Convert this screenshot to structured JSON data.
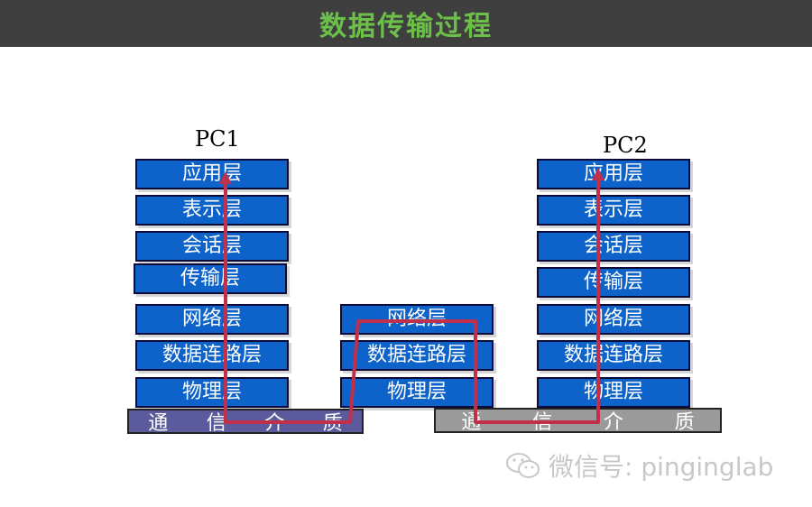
{
  "title": "数据传输过程",
  "pc1": {
    "label": "PC1",
    "layers": [
      "应用层",
      "表示层",
      "会话层",
      "传输层",
      "网络层",
      "数据连路层",
      "物理层"
    ]
  },
  "router": {
    "layers": [
      "网络层",
      "数据连路层",
      "物理层"
    ]
  },
  "pc2": {
    "label": "PC2",
    "layers": [
      "应用层",
      "表示层",
      "会话层",
      "传输层",
      "网络层",
      "数据连路层",
      "物理层"
    ]
  },
  "medium_left": [
    "通",
    "信",
    "介",
    "质"
  ],
  "medium_right": [
    "通",
    "信",
    "介",
    "质"
  ],
  "watermark": {
    "text": "微信号: pinginglab",
    "icon": "wechat-icon"
  },
  "colors": {
    "title_bar": "#3f3f3f",
    "title_text": "#6cc04a",
    "layer_fill": "#0d63c9",
    "path_line": "#c0304a",
    "medium_left": "#5a5a9c",
    "medium_right": "#9a9a9a"
  }
}
